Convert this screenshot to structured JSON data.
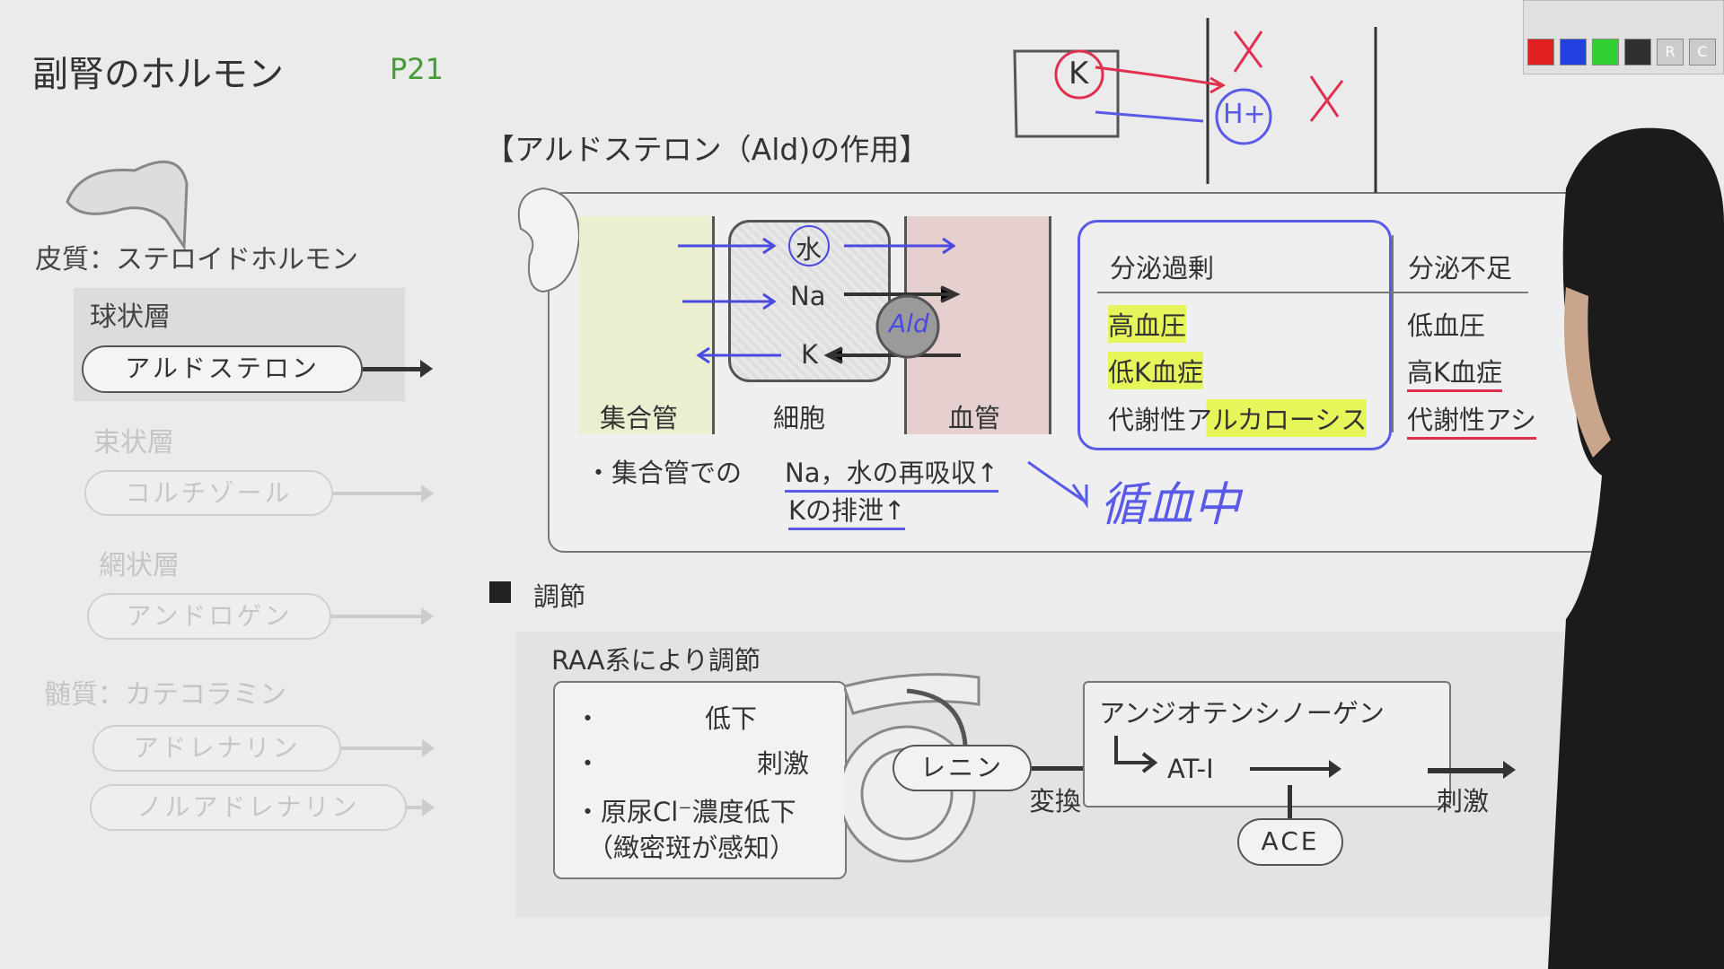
{
  "header": {
    "title": "副腎のホルモン",
    "page": "P21"
  },
  "sidebar": {
    "cortex": "皮質：ステロイドホルモン",
    "zones": [
      {
        "zone": "球状層",
        "hormone": "アルドステロン"
      },
      {
        "zone": "束状層",
        "hormone": "コルチゾール"
      },
      {
        "zone": "網状層",
        "hormone": "アンドロゲン"
      }
    ],
    "medulla": "髄質：カテコラミン",
    "medulla_hormones": [
      "アドレナリン",
      "ノルアドレナリン"
    ]
  },
  "aldosterone": {
    "heading": "【アルドステロン（Ald)の作用】",
    "diagram": {
      "duct": "集合管",
      "cell": "細胞",
      "vessel": "血管",
      "water": "水",
      "na": "Na",
      "k": "K",
      "ald": "Ald"
    },
    "table": {
      "excess_header": "分泌過剰",
      "deficit_header": "分泌不足",
      "excess": [
        "高血圧",
        "低K血症",
        "代謝性アルカローシス"
      ],
      "deficit": [
        "低血圧",
        "高K血症",
        "代謝性アシ"
      ]
    },
    "bullet_prefix": "・集合管での",
    "bullet_line1": "Na，水の再吸収↑",
    "bullet_line2": "Kの排泄↑",
    "handwritten": "循血中"
  },
  "regulation": {
    "heading": "調節",
    "subtitle": "RAA系により調節",
    "conditions": [
      "・　　　　低下",
      "・　　　　　　刺激",
      "・原尿Cl⁻濃度低下",
      "（緻密斑が感知）"
    ],
    "renin": "レニン",
    "convert": "変換",
    "angiotensinogen": "アンジオテンシノーゲン",
    "at1": "AT-Ⅰ",
    "ace": "ACE",
    "stimulate": "刺激"
  },
  "annotations": {
    "k": "K",
    "h": "H+"
  },
  "palette": {
    "colors": [
      "#e02020",
      "#2040e0",
      "#30d030",
      "#303030"
    ],
    "buttons": [
      "R",
      "C"
    ]
  }
}
